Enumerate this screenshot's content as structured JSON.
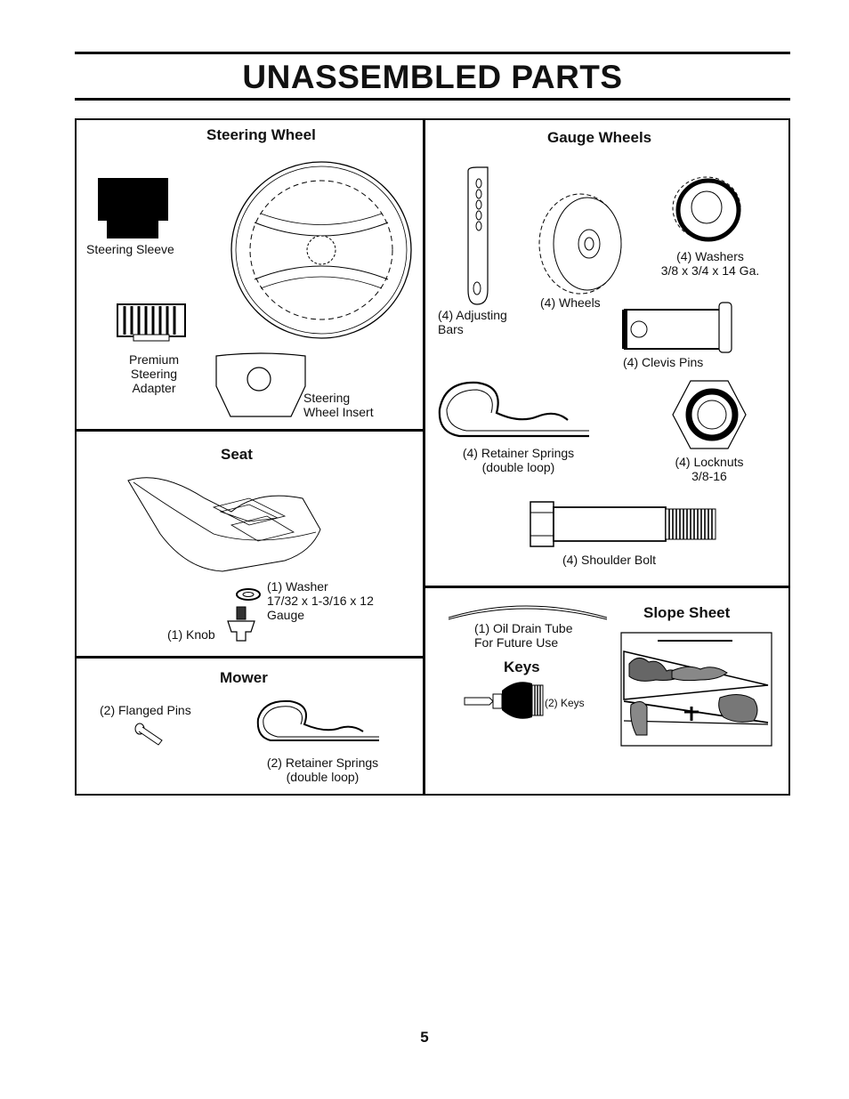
{
  "title": "UNASSEMBLED PARTS",
  "steering": {
    "heading": "Steering Wheel",
    "sleeve": "Steering Sleeve",
    "adapter": "Premium\nSteering\nAdapter",
    "insert": "Steering\nWheel Insert"
  },
  "seat": {
    "heading": "Seat",
    "washer": "(1) Washer\n17/32 x 1-3/16 x 12\nGauge",
    "knob": "(1) Knob"
  },
  "mower": {
    "heading": "Mower",
    "pins": "(2) Flanged  Pins",
    "springs": "(2)  Retainer Springs\n(double loop)"
  },
  "gauge": {
    "heading": "Gauge Wheels",
    "washers": "(4) Washers\n3/8 x 3/4 x 14 Ga.",
    "wheels": "(4) Wheels",
    "bars": "(4) Adjusting\nBars",
    "clevis": "(4) Clevis Pins",
    "springs": "(4)  Retainer Springs\n(double loop)",
    "locknuts": "(4) Locknuts\n3/8-16",
    "bolt": "(4) Shoulder Bolt"
  },
  "misc": {
    "tube": "(1) Oil Drain Tube\nFor Future Use",
    "keys_heading": "Keys",
    "keys": "(2) Keys",
    "slope_heading": "Slope Sheet"
  },
  "page_number": "5"
}
